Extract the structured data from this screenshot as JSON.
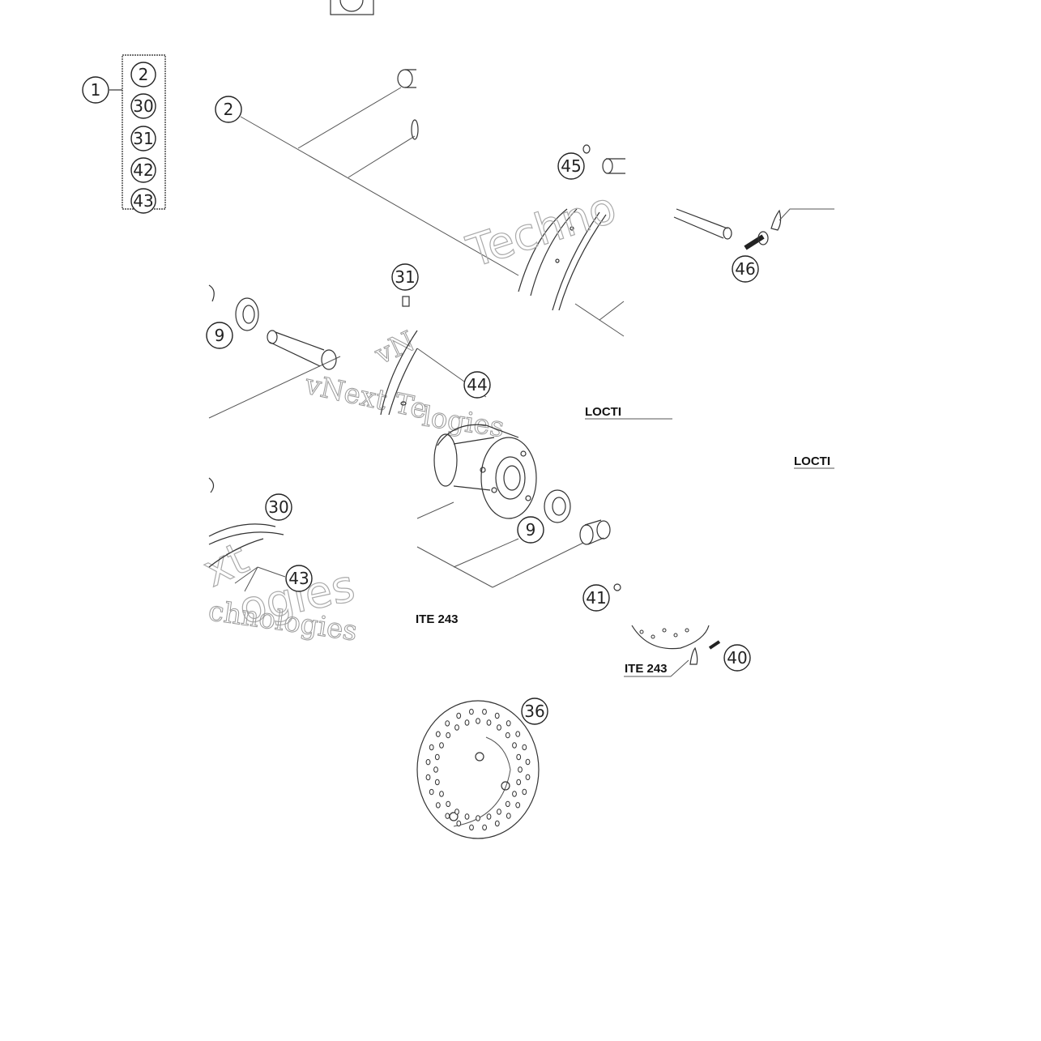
{
  "callouts": {
    "c1": "1",
    "c2": "2",
    "c2b": "2",
    "c30": "30",
    "c30b": "30",
    "c31": "31",
    "c31b": "31",
    "c36": "36",
    "c40": "40",
    "c41": "41",
    "c42": "42",
    "c43": "43",
    "c43b": "43",
    "c44": "44",
    "c45": "45",
    "c46": "46",
    "c9a": "9",
    "c9b": "9"
  },
  "notes": {
    "loctite_a": "LOCTI",
    "loctite_b": "LOCTI",
    "ite_a": "ITE 243",
    "ite_b": "ITE 243"
  },
  "watermarks": {
    "w1": "vNext Te",
    "w2": "Techno",
    "w3": "chnologies",
    "w4": "ogies",
    "w5": "xt",
    "w6": "vN",
    "w7": "logies"
  }
}
